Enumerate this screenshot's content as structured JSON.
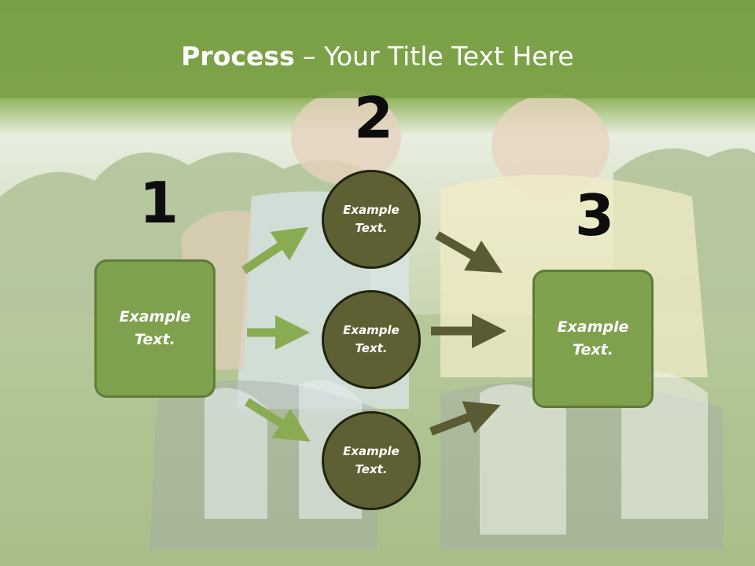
{
  "title": {
    "bold": "Process",
    "rest": " – Your Title Text Here"
  },
  "steps": {
    "one": "1",
    "two": "2",
    "three": "3"
  },
  "left_box": {
    "text": "Example\nText."
  },
  "right_box": {
    "text": "Example\nText."
  },
  "circles": [
    {
      "text": "Example\nText."
    },
    {
      "text": "Example\nText."
    },
    {
      "text": "Example\nText."
    }
  ],
  "colors": {
    "header": "#7aa046",
    "box_fill": "#7fa14d",
    "box_border": "#5f7c39",
    "circle_fill": "#5f5f34",
    "circle_border": "#1f2410",
    "arrow_light": "#89ab52",
    "arrow_dark": "#5a5a33"
  }
}
